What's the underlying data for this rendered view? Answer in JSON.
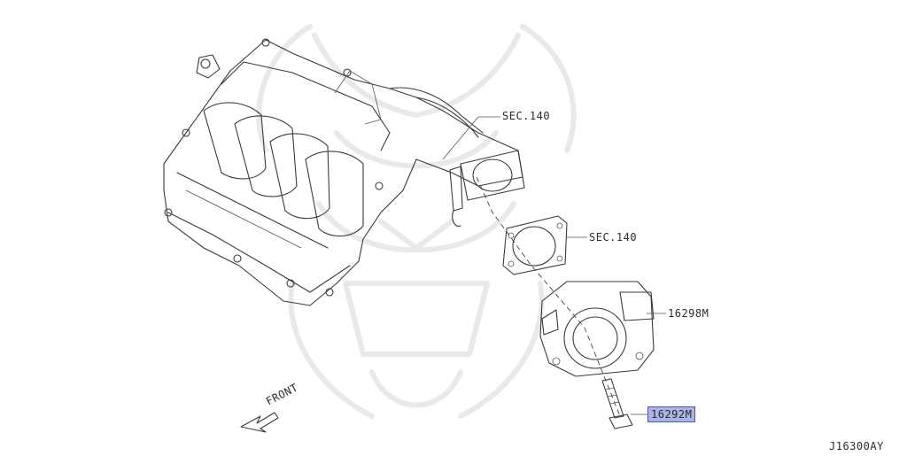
{
  "diagram": {
    "labels": {
      "sec140_upper": "SEC.140",
      "sec140_lower": "SEC.140",
      "throttle_body": "16298M",
      "bolt": "16292M",
      "front": "FRONT"
    },
    "diagram_code": "J16300AY",
    "highlight_color": "#a9b3e6"
  }
}
